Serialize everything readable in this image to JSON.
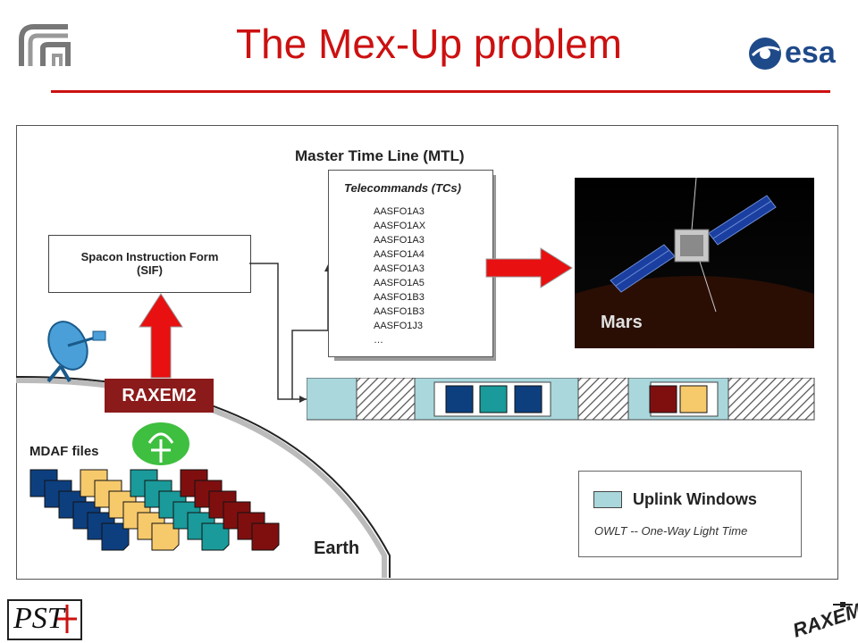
{
  "title": "The Mex-Up problem",
  "mtl_label": "Master Time Line (MTL)",
  "sif": {
    "line1": "Spacon Instruction Form",
    "line2": "(SIF)"
  },
  "telecommands": {
    "title": "Telecommands (TCs)",
    "items": [
      "AASFO1A3",
      "AASFO1AX",
      "AASFO1A3",
      "AASFO1A4",
      "AASFO1A3",
      "AASFO1A5",
      "AASFO1B3",
      "AASFO1B3",
      "AASFO1J3",
      "…"
    ]
  },
  "mars_label": "Mars",
  "raxem2_label": "RAXEM2",
  "mdaf_label": "MDAF files",
  "earth_label": "Earth",
  "legend": {
    "uplink": "Uplink Windows",
    "owlt": "OWLT -- One-Way Light Time"
  },
  "logos": {
    "top_left": "cnr-logo",
    "top_right": "esa",
    "bottom_left": "PST",
    "bottom_right": "RAXEM"
  },
  "colors": {
    "title_red": "#cc1111",
    "arrow_red": "#e81010",
    "raxem2_bg": "#8b1a1a",
    "uplink_window": "#a9d7dc",
    "file_blue": "#0d3f7f",
    "file_yellow": "#f6c96b",
    "file_teal": "#1a9a9a",
    "file_darkred": "#7f0f0f"
  }
}
